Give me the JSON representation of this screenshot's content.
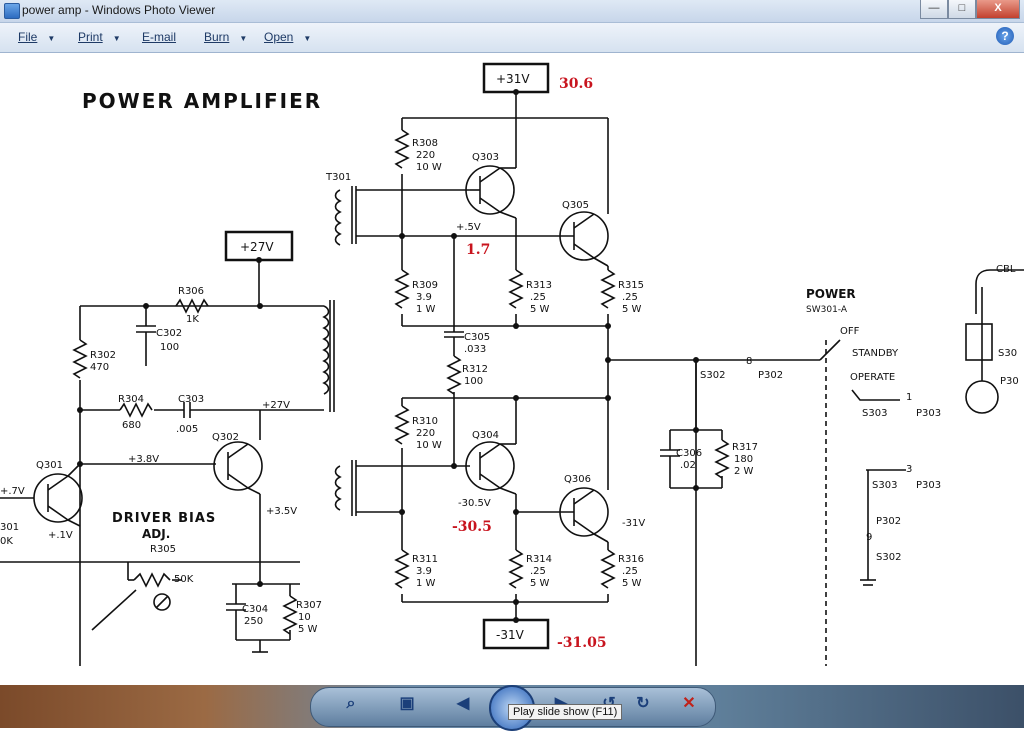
{
  "window": {
    "title": "power amp - Windows Photo Viewer",
    "minimize": "—",
    "maximize": "□",
    "close": "X"
  },
  "menu": {
    "file": "File",
    "print": "Print",
    "email": "E-mail",
    "burn": "Burn",
    "open": "Open",
    "help": "?"
  },
  "schematic": {
    "title": "POWER AMPLIFIER",
    "supplies": {
      "pos31": "+31V",
      "neg31": "-31V",
      "pos27": "+27V"
    },
    "annotations": {
      "v_top": "30.6",
      "v_mid": "1.7",
      "v_low": "-30.5",
      "v_bottom": "-31.05"
    },
    "labels": {
      "t301": "T301",
      "r308": [
        "R308",
        "220",
        "10 W"
      ],
      "q303": "Q303",
      "q305": "Q305",
      "plus5v": "+.5V",
      "r309": [
        "R309",
        "3.9",
        "1 W"
      ],
      "r313": [
        "R313",
        ".25",
        "5 W"
      ],
      "r315": [
        "R315",
        ".25",
        "5 W"
      ],
      "c305": [
        "C305",
        ".033"
      ],
      "r312": [
        "R312",
        "100"
      ],
      "r310": [
        "R310",
        "220",
        "10 W"
      ],
      "q304": "Q304",
      "minus305": "-30.5V",
      "q306": "Q306",
      "minus31v": "-31V",
      "r311": [
        "R311",
        "3.9",
        "1 W"
      ],
      "r314": [
        "R314",
        ".25",
        "5 W"
      ],
      "r316": [
        "R316",
        ".25",
        "5 W"
      ],
      "c306": [
        "C306",
        ".02"
      ],
      "r317": [
        "R317",
        "180",
        "2 W"
      ],
      "s302": "S302",
      "p302": "P302",
      "p302_pin": "8",
      "power": "POWER",
      "sw301a": "SW301-A",
      "off": "OFF",
      "standby": "STANDBY",
      "operate": "OPERATE",
      "s303_a": "S303",
      "p303_a": "P303",
      "pin1": "1",
      "pin3": "3",
      "s303_b": "S303",
      "p303_b": "P303",
      "p302b": "P302",
      "pin9": "9",
      "s302b": "S302",
      "cbl": "CBL",
      "s30": "S30",
      "p30": "P30",
      "r306": [
        "R306",
        "1K"
      ],
      "c302": [
        "C302",
        "100"
      ],
      "r302": [
        "R302",
        "470"
      ],
      "r304": [
        "R304",
        "680"
      ],
      "c303": [
        "C303",
        ".005"
      ],
      "plus27v_node": "+27V",
      "q302": "Q302",
      "plus38v": "+3.8V",
      "q301": "Q301",
      "plus7v": "+.7V",
      "plus1v": "+.1V",
      "r301": "301",
      "r301_val": "0K",
      "driver_bias": "DRIVER BIAS",
      "adj": "ADJ.",
      "r305": [
        "R305",
        "50K"
      ],
      "plus35v": "+3.5V",
      "c304": [
        "C304",
        "250"
      ],
      "r307": [
        "R307",
        "10",
        "5 W"
      ]
    }
  },
  "controls": {
    "tooltip": "Play slide show (F11)"
  },
  "colors": {
    "annotation": "#c8141e",
    "frame": "#c7d6ea"
  }
}
